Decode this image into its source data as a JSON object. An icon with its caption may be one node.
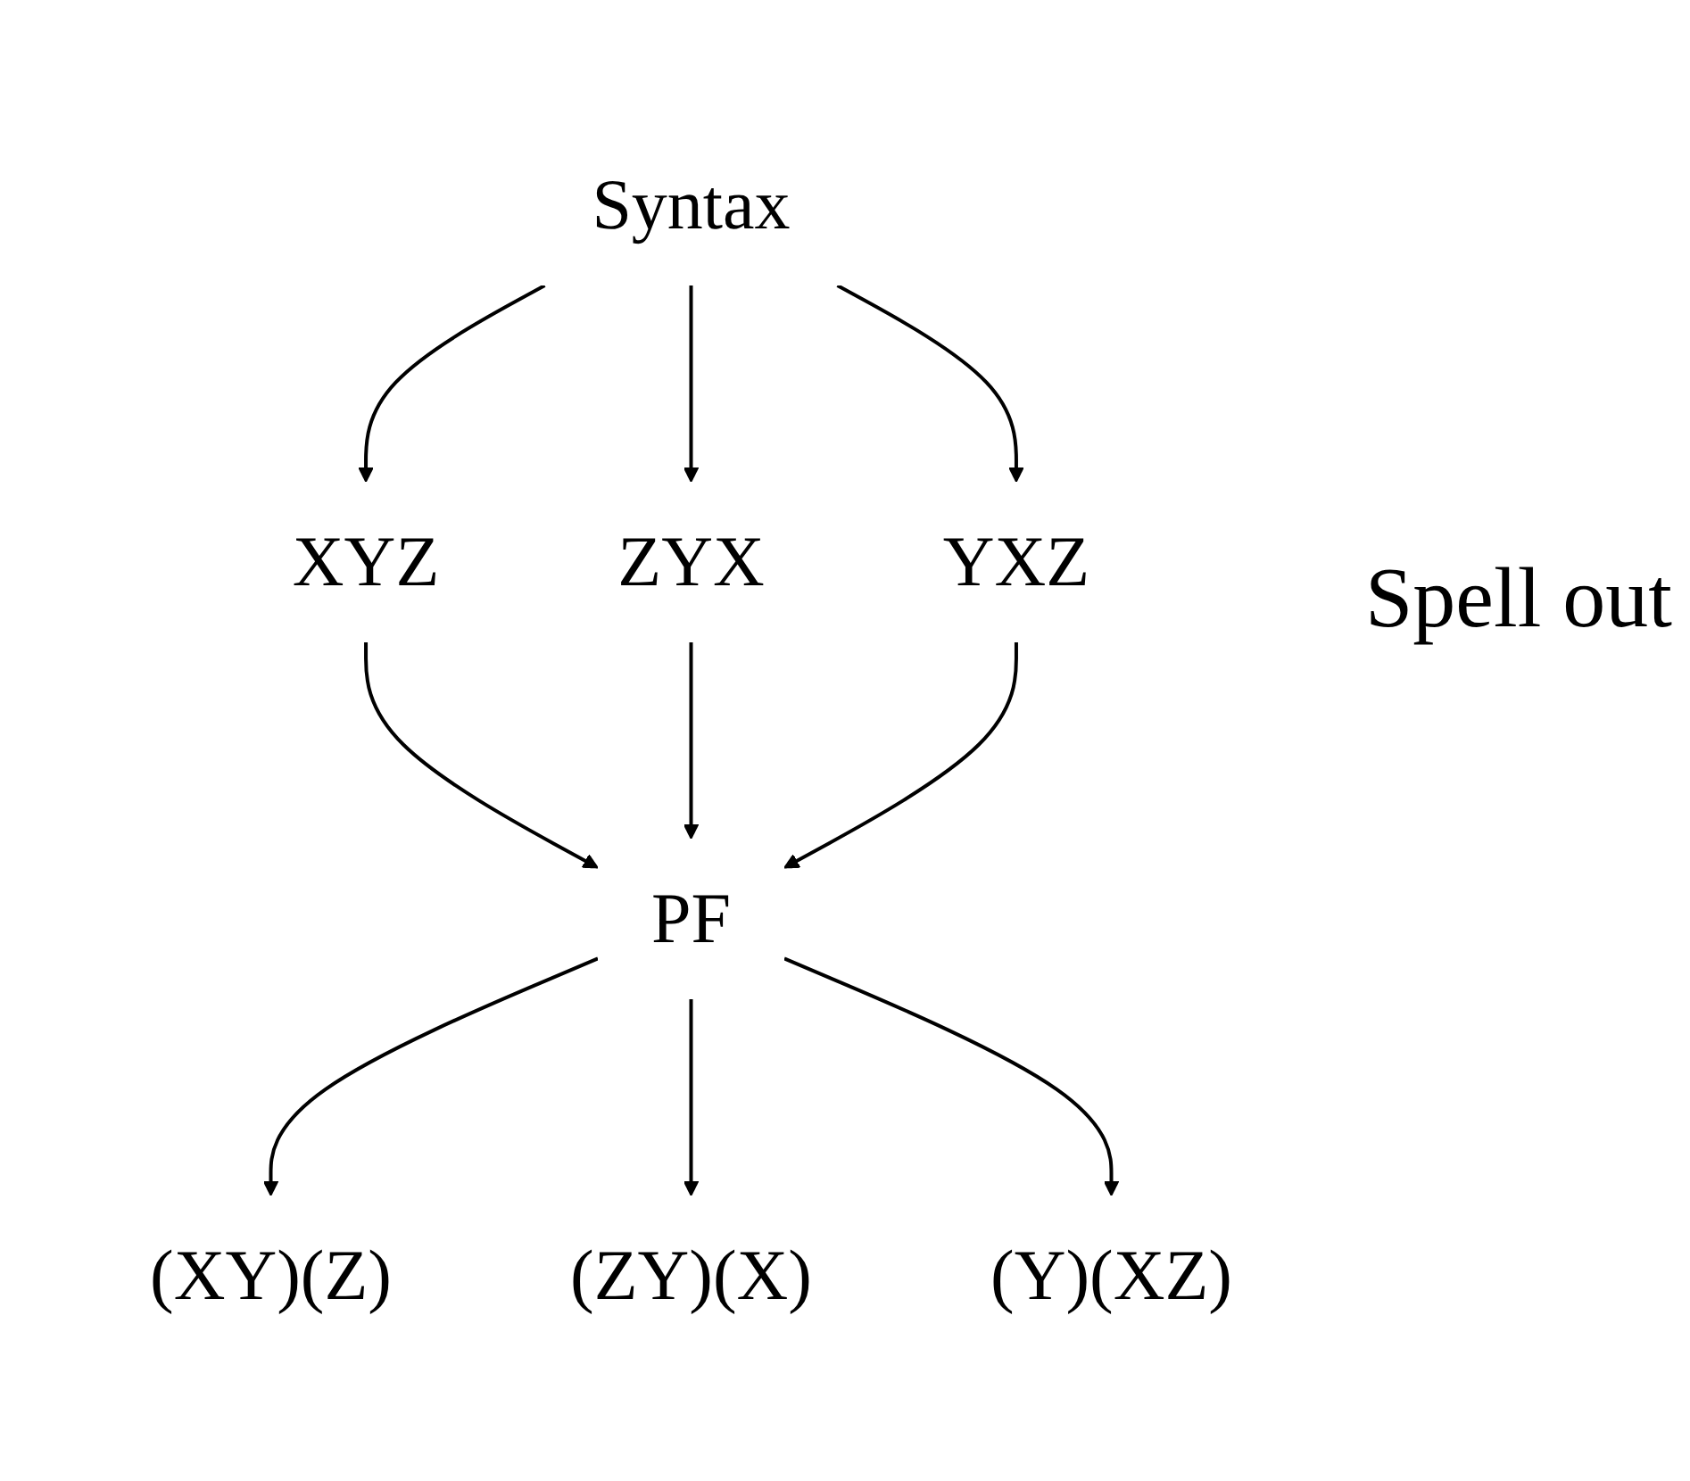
{
  "diagram": {
    "nodes": [
      {
        "text": [
          "Syntax"
        ]
      },
      {
        "text": [
          "XYZ"
        ]
      },
      {
        "text": [
          "ZYX"
        ]
      },
      {
        "text": [
          "YXZ"
        ]
      },
      {
        "text": [
          "PF"
        ]
      },
      {
        "text": [
          "(XY)(Z)"
        ]
      },
      {
        "text": [
          "(ZY)(X)"
        ]
      },
      {
        "text": [
          "(Y)(XZ)"
        ]
      }
    ],
    "edges": [
      {
        "from": 0,
        "to": 1,
        "arrow": "to"
      },
      {
        "from": 0,
        "to": 2,
        "arrow": "to"
      },
      {
        "from": 0,
        "to": 3,
        "arrow": "to"
      },
      {
        "from": 1,
        "to": 4,
        "arrow": "to"
      },
      {
        "from": 2,
        "to": 4,
        "arrow": "to"
      },
      {
        "from": 3,
        "to": 4,
        "arrow": "to"
      },
      {
        "from": 4,
        "to": 5,
        "arrow": "to"
      },
      {
        "from": 4,
        "to": 6,
        "arrow": "to"
      },
      {
        "from": 4,
        "to": 7,
        "arrow": "to"
      }
    ],
    "labels": [
      "Spell out"
    ]
  }
}
